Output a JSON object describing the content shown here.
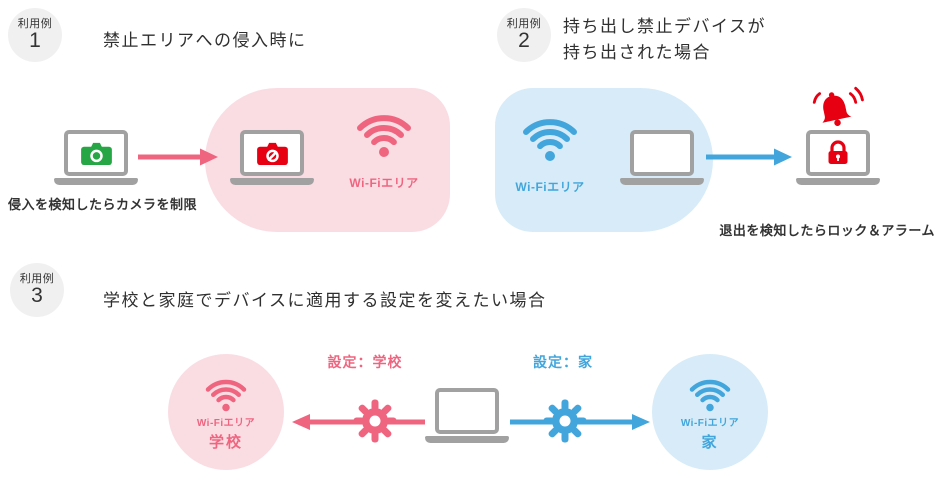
{
  "colors": {
    "accent_pink": "#ef6580",
    "light_pink": "#fadde3",
    "accent_blue": "#42a6dc",
    "light_blue": "#d7ecf8",
    "green": "#27a646",
    "red": "#e60012",
    "laptop_gray": "#a1a1a1",
    "badge_bg": "#f0f0f0",
    "text": "#333333"
  },
  "icons": {
    "camera": "camera-icon",
    "camera_blocked": "camera-blocked-icon",
    "wifi": "wifi-icon",
    "laptop": "laptop-icon",
    "lock": "lock-icon",
    "alarm_bell": "alarm-bell-icon",
    "gear": "gear-icon",
    "arrow": "arrow-icon"
  },
  "case1": {
    "badge_label": "利用例",
    "badge_number": "1",
    "title": "禁止エリアへの侵入時に",
    "wifi_area_label": "Wi-Fiエリア",
    "caption": "侵入を検知したらカメラを制限"
  },
  "case2": {
    "badge_label": "利用例",
    "badge_number": "2",
    "title_line1": "持ち出し禁止デバイスが",
    "title_line2": "持ち出された場合",
    "wifi_area_label": "Wi-Fiエリア",
    "caption": "退出を検知したらロック＆アラーム"
  },
  "case3": {
    "badge_label": "利用例",
    "badge_number": "3",
    "title": "学校と家庭でデバイスに適用する設定を変えたい場合",
    "setting_school_label": "設定：学校",
    "setting_home_label": "設定：家",
    "school_area": {
      "wifi_label": "Wi-Fiエリア",
      "name": "学校"
    },
    "home_area": {
      "wifi_label": "Wi-Fiエリア",
      "name": "家"
    }
  }
}
